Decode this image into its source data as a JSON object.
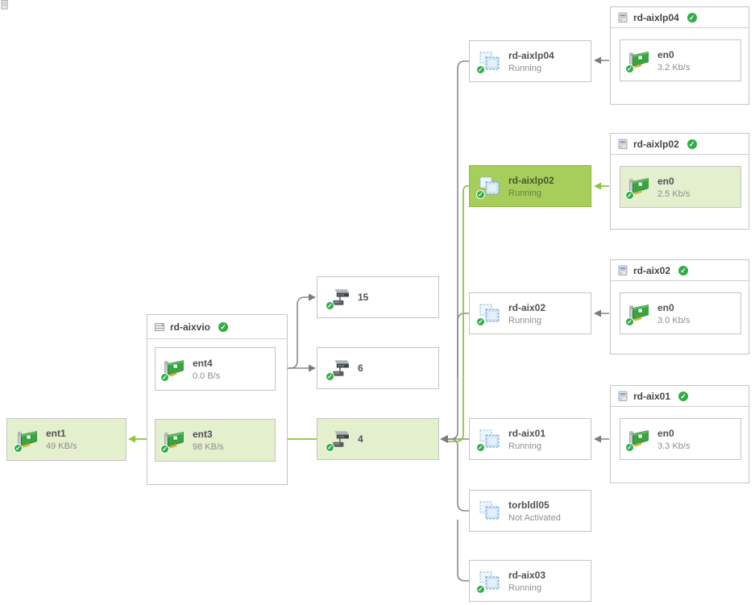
{
  "icons": {
    "check": "✓"
  },
  "ent1": {
    "title": "ent1",
    "rate": "49 KB/s"
  },
  "vio": {
    "title": "rd-aixvio",
    "ent4": {
      "title": "ent4",
      "rate": "0.0 B/s"
    },
    "ent3": {
      "title": "ent3",
      "rate": "98 KB/s"
    }
  },
  "switches": [
    {
      "label": "15"
    },
    {
      "label": "6"
    },
    {
      "label": "4"
    }
  ],
  "lpars": [
    {
      "title": "rd-aixlp04",
      "status": "Running"
    },
    {
      "title": "rd-aixlp02",
      "status": "Running"
    },
    {
      "title": "rd-aix02",
      "status": "Running"
    },
    {
      "title": "rd-aix01",
      "status": "Running"
    },
    {
      "title": "torbldl05",
      "status": "Not Activated"
    },
    {
      "title": "rd-aix03",
      "status": "Running"
    }
  ],
  "hosts": [
    {
      "title": "rd-aixlp04",
      "adapter": {
        "name": "en0",
        "rate": "3.2 Kb/s"
      }
    },
    {
      "title": "rd-aixlp02",
      "adapter": {
        "name": "en0",
        "rate": "2.5 Kb/s"
      }
    },
    {
      "title": "rd-aix02",
      "adapter": {
        "name": "en0",
        "rate": "3.0 Kb/s"
      }
    },
    {
      "title": "rd-aix01",
      "adapter": {
        "name": "en0",
        "rate": "3.3 Kb/s"
      }
    }
  ],
  "colors": {
    "highlight_fill": "#e4efcd",
    "selected_fill": "#a7cd5b",
    "green_line": "#8cc63e",
    "gray_line": "#8a8a8a",
    "border": "#c4c4c4",
    "ok_badge": "#2fae44"
  }
}
